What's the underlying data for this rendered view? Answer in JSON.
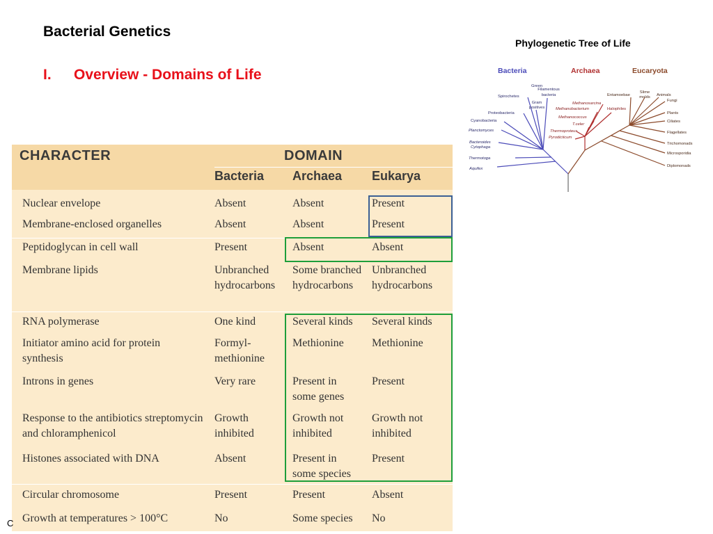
{
  "slide": {
    "title": "Bacterial Genetics",
    "subtitle_num": "I.",
    "subtitle": "Overview - Domains of Life",
    "footer_char": "C",
    "colors": {
      "subtitle": "#e8101a",
      "box_blue": "#3a5f94",
      "box_green": "#1d9e3a",
      "table_bg": "#fcebcc",
      "header_bg": "#f6d9a6"
    }
  },
  "tree": {
    "title": "Phylogenetic Tree of Life",
    "domains": {
      "bacteria": "Bacteria",
      "archaea": "Archaea",
      "eucaryota": "Eucaryota"
    },
    "bacteria_labels": [
      "Green Filamentous bacteria",
      "Spirochetes",
      "Gram positives",
      "Proteobacteria",
      "Cyanobacteria",
      "Planctomyces",
      "Bacteroides Cytophaga",
      "Thermotoga",
      "Aquifex"
    ],
    "archaea_labels": [
      "Methanosarcina",
      "Methanobacterium",
      "Halophiles",
      "Methanococcus",
      "T.celer",
      "Thermoproteus",
      "Pyrodicticum"
    ],
    "eucaryota_labels": [
      "Entamoebae",
      "Slime molds",
      "Animals",
      "Fungi",
      "Plants",
      "Ciliates",
      "Flagellates",
      "Trichomonads",
      "Microsporidia",
      "Diplomonads"
    ],
    "colors": {
      "bacteria": "#4a4ab8",
      "archaea": "#b03030",
      "eucaryota": "#8b4a2b"
    }
  },
  "table": {
    "character_header": "CHARACTER",
    "domain_header": "DOMAIN",
    "columns": [
      "Bacteria",
      "Archaea",
      "Eukarya"
    ],
    "rows": [
      {
        "character": "Nuclear envelope",
        "bacteria": "Absent",
        "archaea": "Absent",
        "eukarya": "Present"
      },
      {
        "character": "Membrane-enclosed organelles",
        "bacteria": "Absent",
        "archaea": "Absent",
        "eukarya": "Present"
      },
      {
        "character": "Peptidoglycan in cell wall",
        "bacteria": "Present",
        "archaea": "Absent",
        "eukarya": "Absent"
      },
      {
        "character": "Membrane lipids",
        "bacteria": "Unbranched hydrocarbons",
        "archaea": "Some branched hydrocarbons",
        "eukarya": "Unbranched hydrocarbons"
      },
      {
        "character": "RNA polymerase",
        "bacteria": "One kind",
        "archaea": "Several kinds",
        "eukarya": "Several kinds"
      },
      {
        "character": "Initiator amino acid for protein synthesis",
        "bacteria": "Formyl-methionine",
        "archaea": "Methionine",
        "eukarya": "Methionine"
      },
      {
        "character": "Introns in genes",
        "bacteria": "Very rare",
        "archaea": "Present in some genes",
        "eukarya": "Present"
      },
      {
        "character": "Response to the antibiotics streptomycin and chloramphenicol",
        "bacteria": "Growth inhibited",
        "archaea": "Growth not inhibited",
        "eukarya": "Growth not inhibited"
      },
      {
        "character": "Histones associated with DNA",
        "bacteria": "Absent",
        "archaea": "Present in some species",
        "eukarya": "Present"
      },
      {
        "character": "Circular chromosome",
        "bacteria": "Present",
        "archaea": "Present",
        "eukarya": "Absent"
      },
      {
        "character": "Growth at temperatures > 100°C",
        "bacteria": "No",
        "archaea": "Some species",
        "eukarya": "No"
      }
    ]
  }
}
